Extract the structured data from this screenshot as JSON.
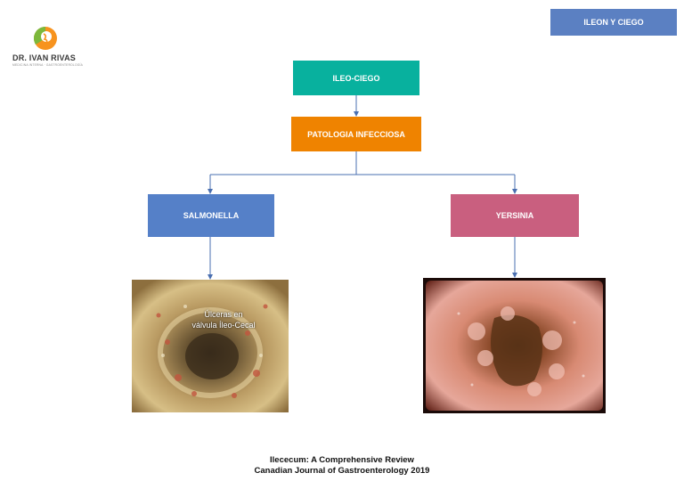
{
  "logo": {
    "name": "DR. IVAN RIVAS",
    "subtitle": "MEDICINA INTERNA · GASTROENTEROLOGÍA"
  },
  "header_tag": "ILEON Y CIEGO",
  "nodes": {
    "root": "ILEO-CIEGO",
    "category": "PATOLOGIA INFECCIOSA",
    "left": "SALMONELLA",
    "right": "YERSINIA"
  },
  "left_image_caption": [
    "Úlceras en",
    "válvula Íleo-Cecal"
  ],
  "citation": [
    "Ilececum: A Comprehensive Review",
    "Canadian Journal of Gastroenterology 2019"
  ],
  "colors": {
    "header_tag": "#5b80c2",
    "root": "#08b19e",
    "category": "#ef8300",
    "left": "#5580c8",
    "right": "#c95f7f",
    "connector": "#4a6fb0"
  }
}
